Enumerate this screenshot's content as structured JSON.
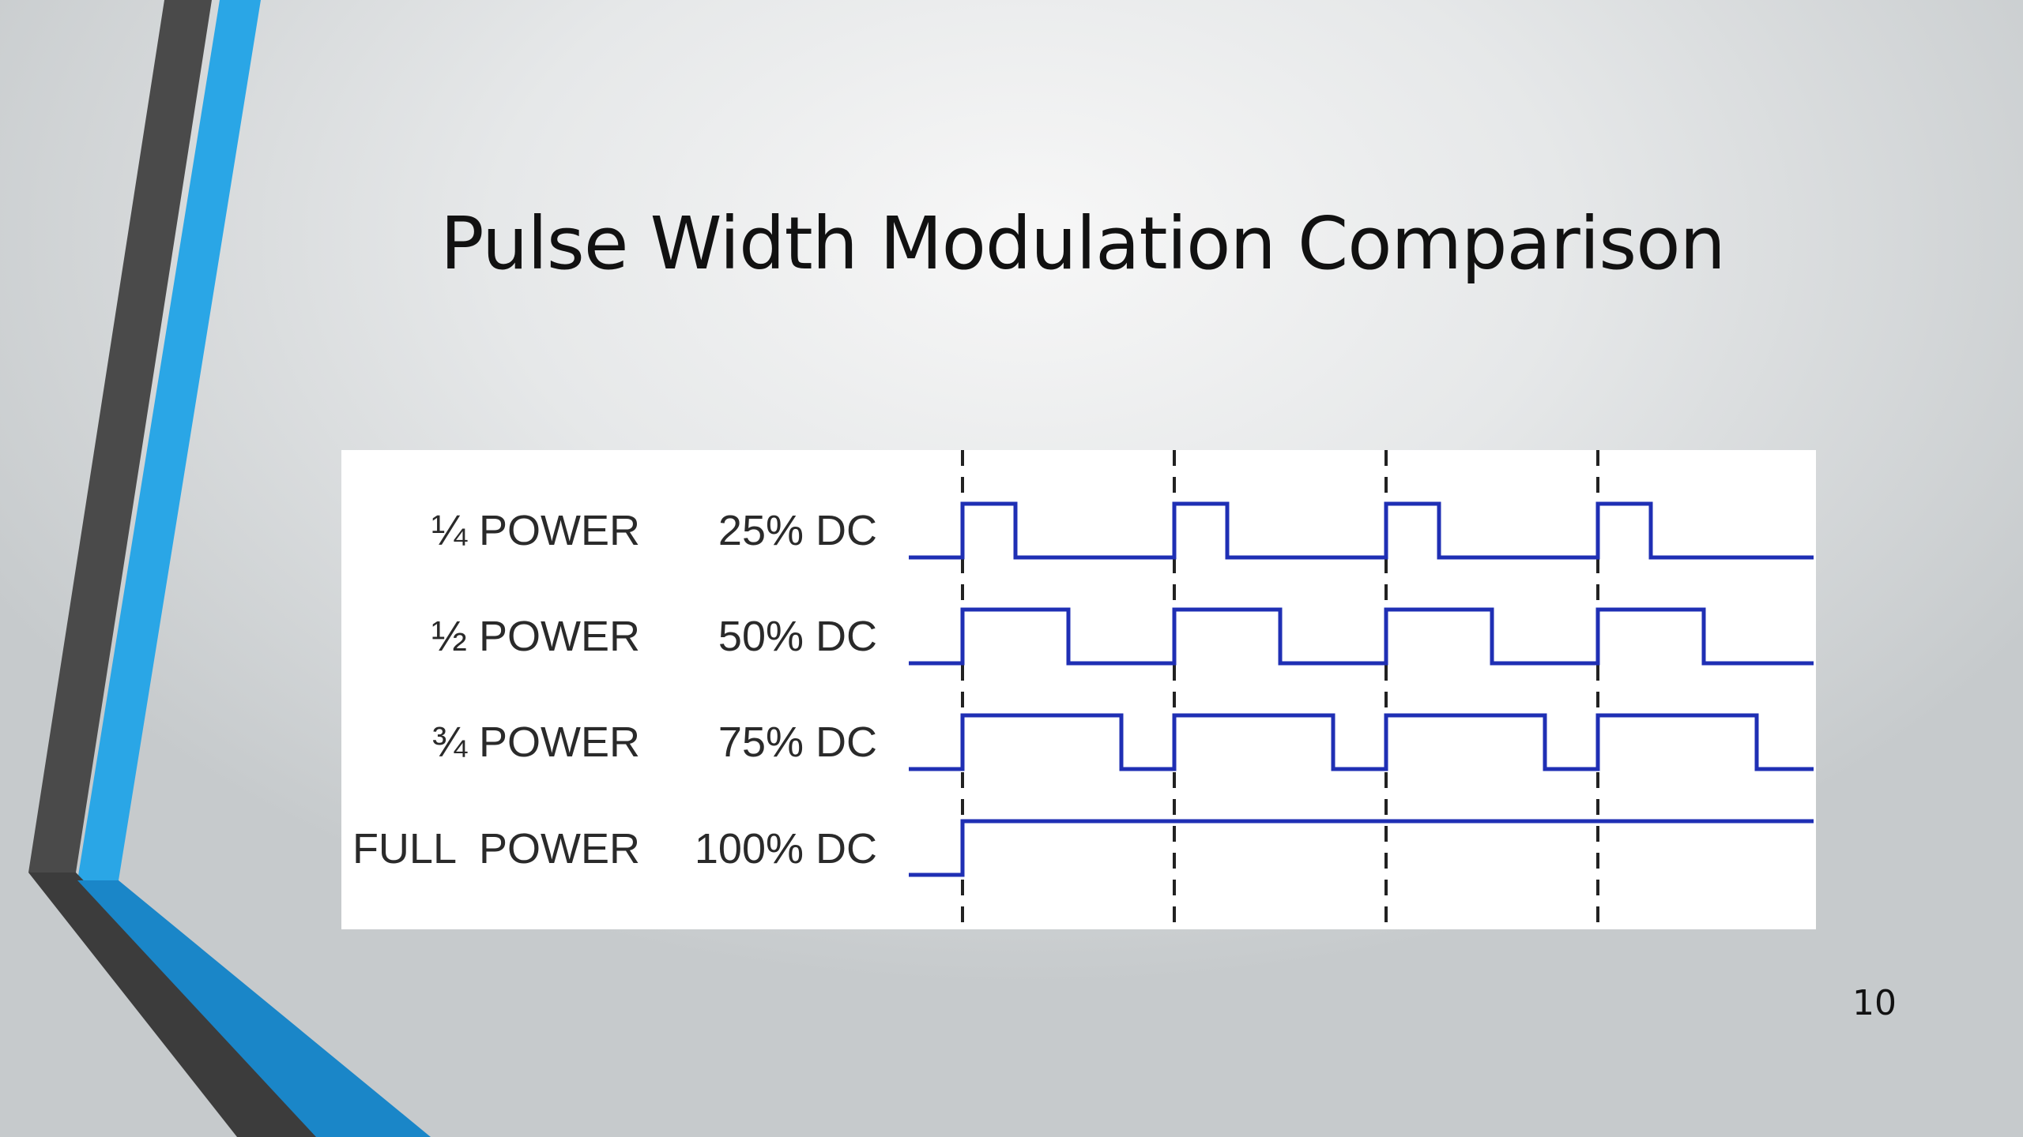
{
  "slide": {
    "title": "Pulse Width Modulation Comparison",
    "page_number": "10"
  },
  "colors": {
    "signal": "#1f2fb4",
    "accent_blue": "#2aa6e6",
    "dark_gray": "#4a4a4a"
  },
  "diagram": {
    "rows": [
      {
        "power_label": "¼ POWER",
        "duty_label": "25% DC",
        "duty_cycle": 0.25
      },
      {
        "power_label": "½ POWER",
        "duty_label": "50% DC",
        "duty_cycle": 0.5
      },
      {
        "power_label": "¾ POWER",
        "duty_label": "75% DC",
        "duty_cycle": 0.75
      },
      {
        "power_label": "FULL  POWER",
        "duty_label": "100% DC",
        "duty_cycle": 1.0
      }
    ],
    "periods": 4
  }
}
